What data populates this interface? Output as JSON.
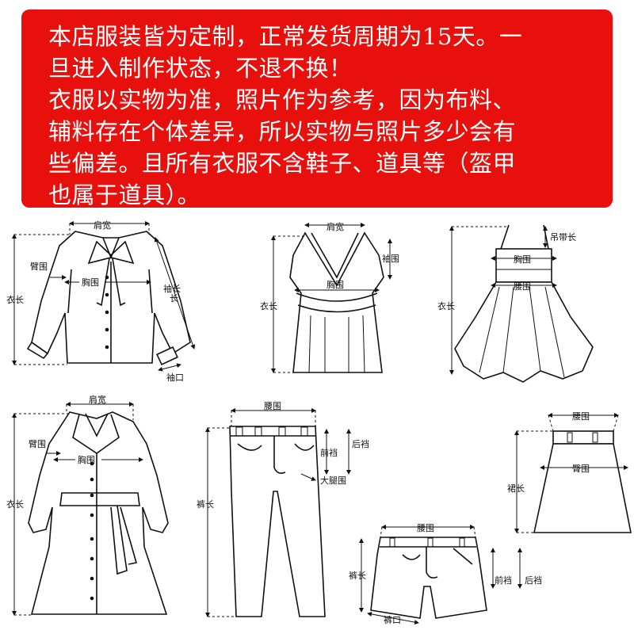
{
  "notice": {
    "lines": [
      "本店服装皆为定制，正常发货周期为15天。一",
      "旦进入制作状态，不退不换！",
      "衣服以实物为准，照片作为参考，因为布料、",
      "辅料存在个体差异，所以实物与照片多少会有",
      "些偏差。且所有衣服不含鞋子、道具等（盔甲",
      "也属于道具）。"
    ],
    "background": "#e8100c",
    "text_color": "#ffffff"
  },
  "labels": {
    "shoulder": "肩宽",
    "arm": "臂围",
    "chest": "胸围",
    "length": "衣长",
    "sleeve": "袖长",
    "cuff": "袖口",
    "armhole": "袖围",
    "strap": "吊带长",
    "waist": "腰围",
    "pants_length": "裤长",
    "front_rise": "前裆",
    "back_rise": "后裆",
    "thigh": "大腿围",
    "skirt_length": "裙长",
    "hip": "臀围",
    "hem": "裤口"
  }
}
